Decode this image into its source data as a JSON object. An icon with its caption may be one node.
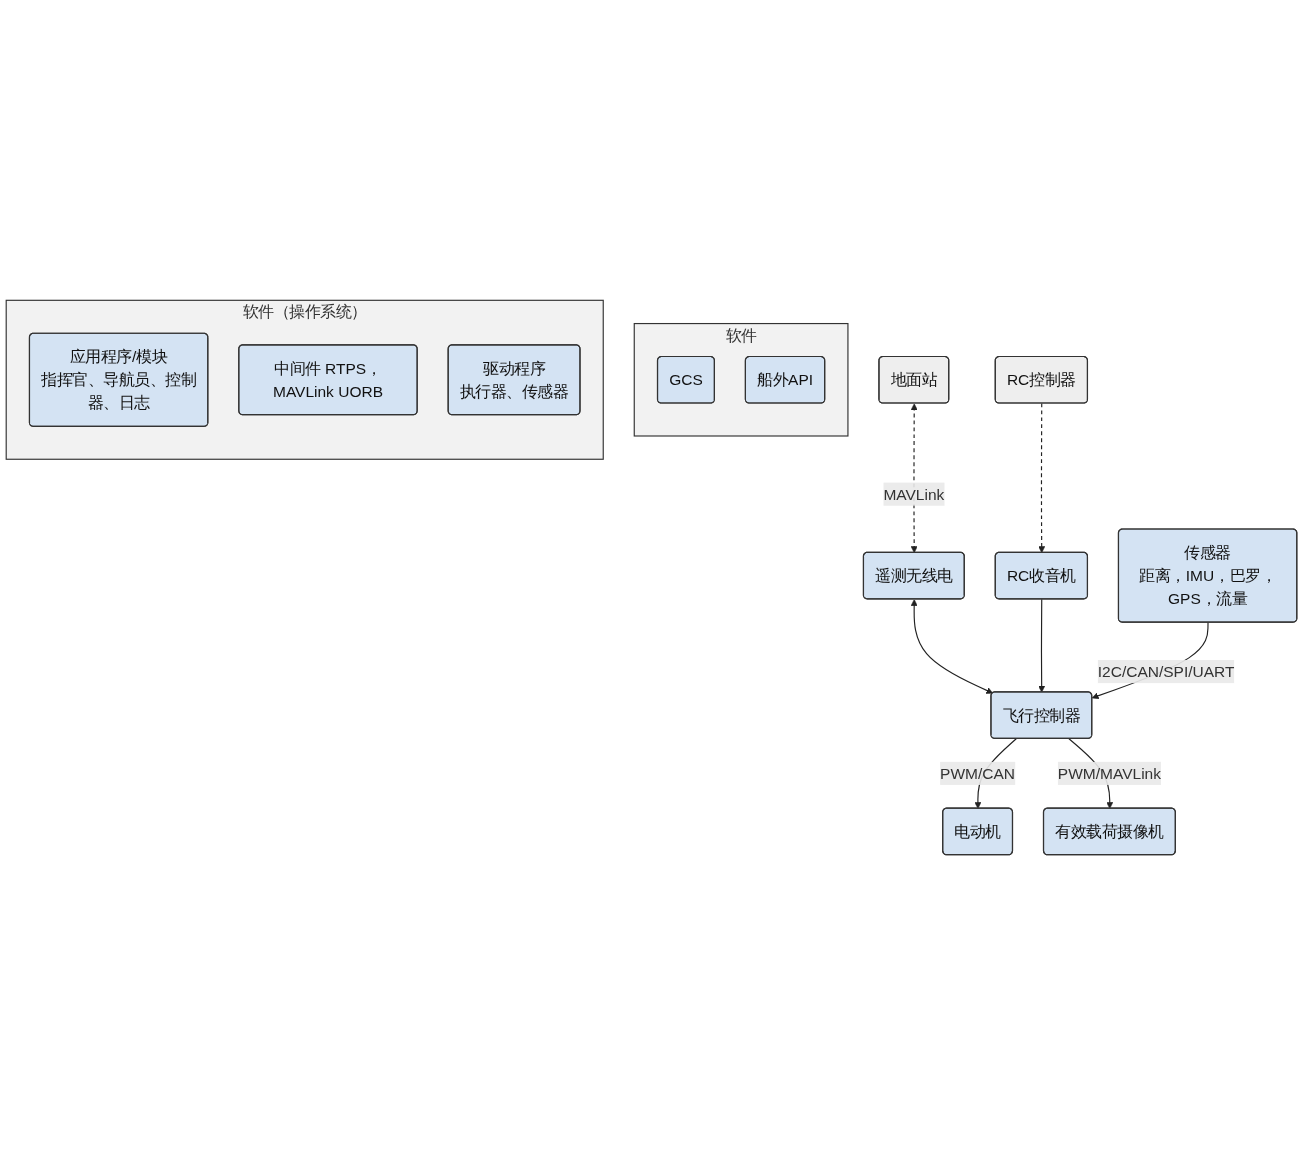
{
  "diagram": {
    "nodes": [
      {
        "text": [
          "软件"
        ]
      },
      {
        "text": [
          "GCS"
        ],
        "in": 0
      },
      {
        "text": [
          "船外API"
        ],
        "in": 0
      },
      {
        "text": [
          "软件（操作系统）"
        ]
      },
      {
        "text": [
          "应用程序/模块",
          "指挥官、导航员、控制器、日志"
        ],
        "in": 3
      },
      {
        "text": [
          "中间件 RTPS，MAVLink UORB"
        ],
        "in": 3
      },
      {
        "text": [
          "驱动程序",
          "执行器、传感器"
        ],
        "in": 3
      },
      {
        "text": [
          "地面站"
        ]
      },
      {
        "text": [
          "RC控制器"
        ]
      },
      {
        "text": [
          "遥测无线电"
        ]
      },
      {
        "text": [
          "RC收音机"
        ]
      },
      {
        "text": [
          "飞行控制器"
        ]
      },
      {
        "text": [
          "电动机"
        ]
      },
      {
        "text": [
          "传感器",
          "距离，IMU，巴罗，GPS，流量"
        ]
      },
      {
        "text": [
          "有效载荷摄像机"
        ]
      }
    ],
    "edges": [
      {
        "from": 7,
        "to": 9,
        "arrow": "both",
        "style": "dashed",
        "label": "MAVLink"
      },
      {
        "from": 8,
        "to": 10,
        "arrow": "to",
        "style": "dashed"
      },
      {
        "from": 9,
        "to": 11,
        "arrow": "both"
      },
      {
        "from": 10,
        "to": 11,
        "arrow": "to"
      },
      {
        "from": 11,
        "to": 12,
        "arrow": "to",
        "label": "PWM/CAN"
      },
      {
        "from": 13,
        "to": 11,
        "arrow": "to",
        "label": "I2C/CAN/SPI/UART"
      },
      {
        "from": 11,
        "to": 14,
        "arrow": "to",
        "label": "PWM/MAVLink"
      }
    ]
  }
}
